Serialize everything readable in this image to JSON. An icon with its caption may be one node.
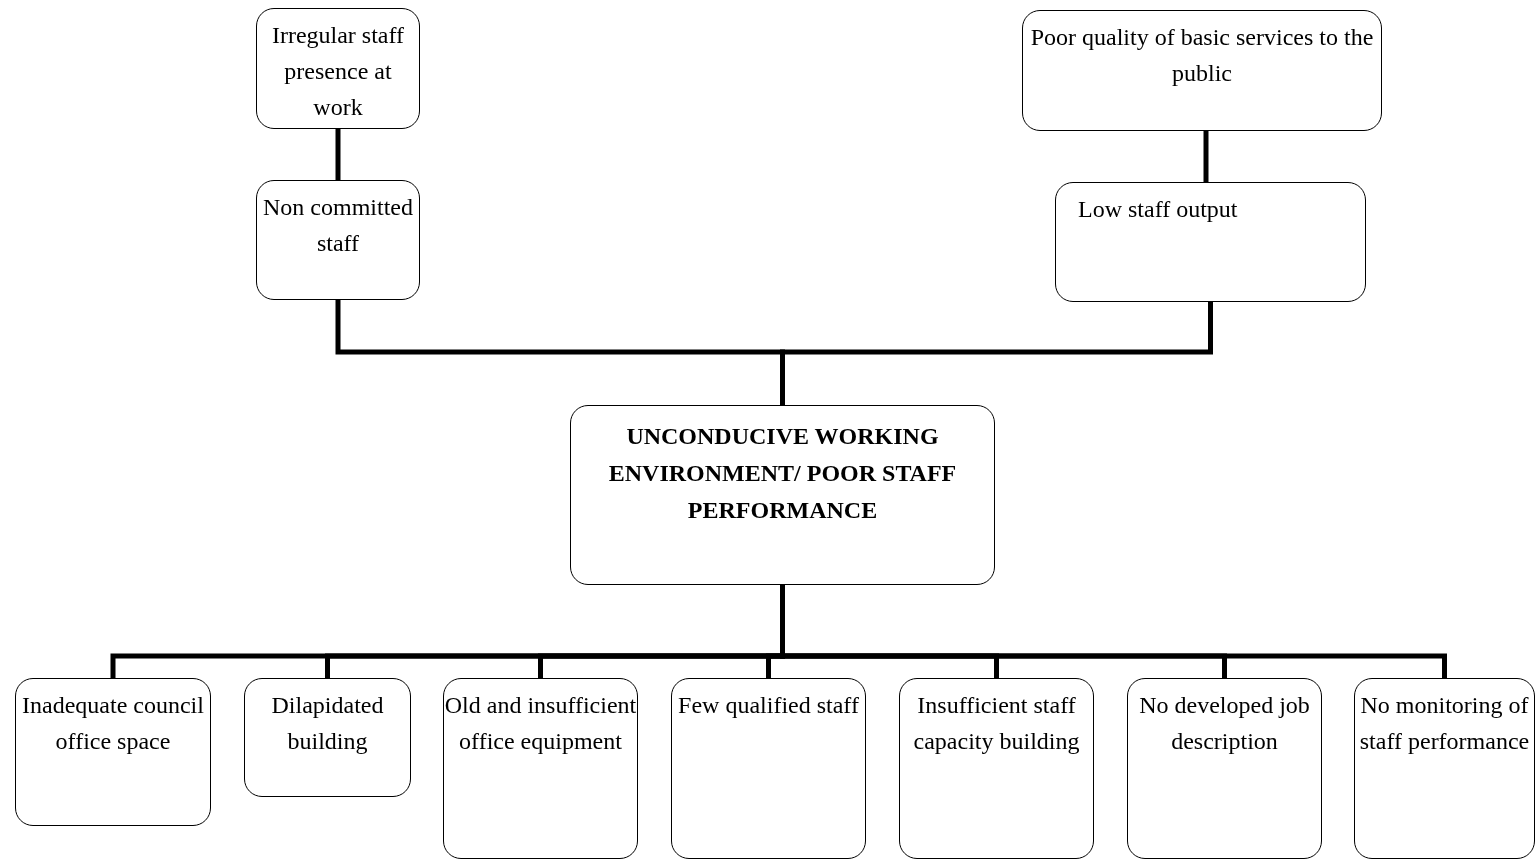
{
  "diagram": {
    "nodes": [
      {
        "text": [
          "Irregular staff presence at work"
        ]
      },
      {
        "text": [
          "Poor quality of basic services to the public"
        ]
      },
      {
        "text": [
          "Non committed staff"
        ]
      },
      {
        "text": [
          "Low staff output"
        ]
      },
      {
        "text": [
          "UNCONDUCIVE WORKING ENVIRONMENT/ POOR STAFF PERFORMANCE"
        ]
      },
      {
        "text": [
          "Inadequate council office space"
        ]
      },
      {
        "text": [
          "Dilapidated building"
        ]
      },
      {
        "text": [
          "Old and insufficient office equipment"
        ]
      },
      {
        "text": [
          "Few qualified staff"
        ]
      },
      {
        "text": [
          "Insufficient staff capacity building"
        ]
      },
      {
        "text": [
          "No developed job description"
        ]
      },
      {
        "text": [
          "No monitoring of staff performance"
        ]
      }
    ],
    "edges": [
      {
        "from": 0,
        "to": 2,
        "arrow": "none"
      },
      {
        "from": 1,
        "to": 3,
        "arrow": "none"
      },
      {
        "from": 2,
        "to": 4,
        "arrow": "none"
      },
      {
        "from": 3,
        "to": 4,
        "arrow": "none"
      },
      {
        "from": 4,
        "to": 5,
        "arrow": "none"
      },
      {
        "from": 4,
        "to": 6,
        "arrow": "none"
      },
      {
        "from": 4,
        "to": 7,
        "arrow": "none"
      },
      {
        "from": 4,
        "to": 8,
        "arrow": "none"
      },
      {
        "from": 4,
        "to": 9,
        "arrow": "none"
      },
      {
        "from": 4,
        "to": 10,
        "arrow": "none"
      },
      {
        "from": 4,
        "to": 11,
        "arrow": "none"
      }
    ]
  }
}
